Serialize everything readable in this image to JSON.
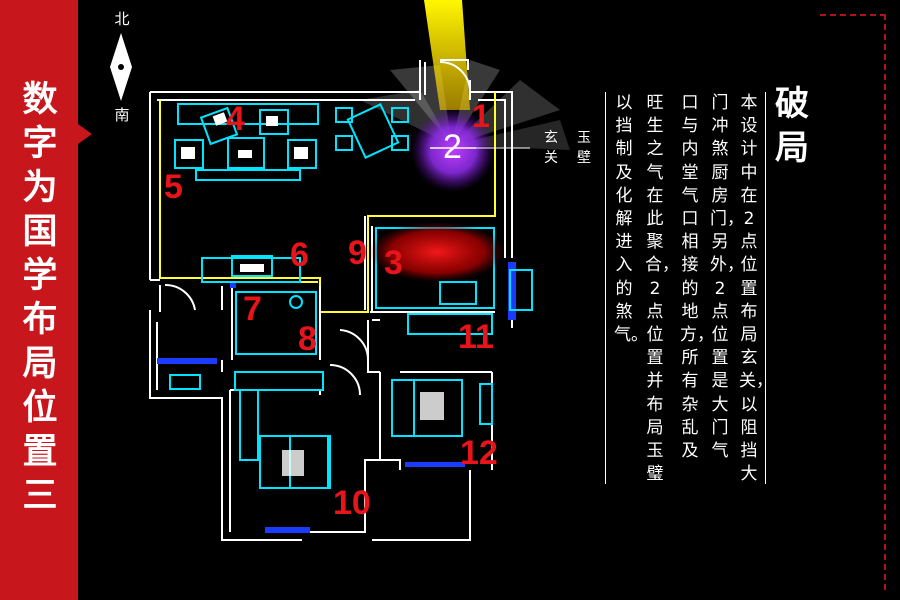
{
  "sidebar": {
    "title": "数字为国学布局位置三"
  },
  "compass": {
    "north": "北",
    "south": "南"
  },
  "plan": {
    "room_labels": [
      "1",
      "2",
      "3",
      "4",
      "5",
      "6",
      "7",
      "8",
      "9",
      "10",
      "11",
      "12"
    ],
    "tag_right": "玉壁",
    "tag_left": "玄关"
  },
  "panel": {
    "heading": "破局",
    "columns": [
      "本设计中在2点位置布局玄关，以阻挡大",
      "门冲煞厨房门，另外，2点位置是大门气",
      "口与内堂气口相接的地方，所有杂乱及",
      "旺生之气在此聚合，2点位置并布局玉璧",
      "以挡制及化解进入的煞气。"
    ]
  },
  "colors": {
    "accent": "#c8161d",
    "plan_wall": "#ffffff",
    "plan_furniture": "#00e5ff",
    "zone_line": "#ffff33",
    "label": "#e8141c"
  }
}
